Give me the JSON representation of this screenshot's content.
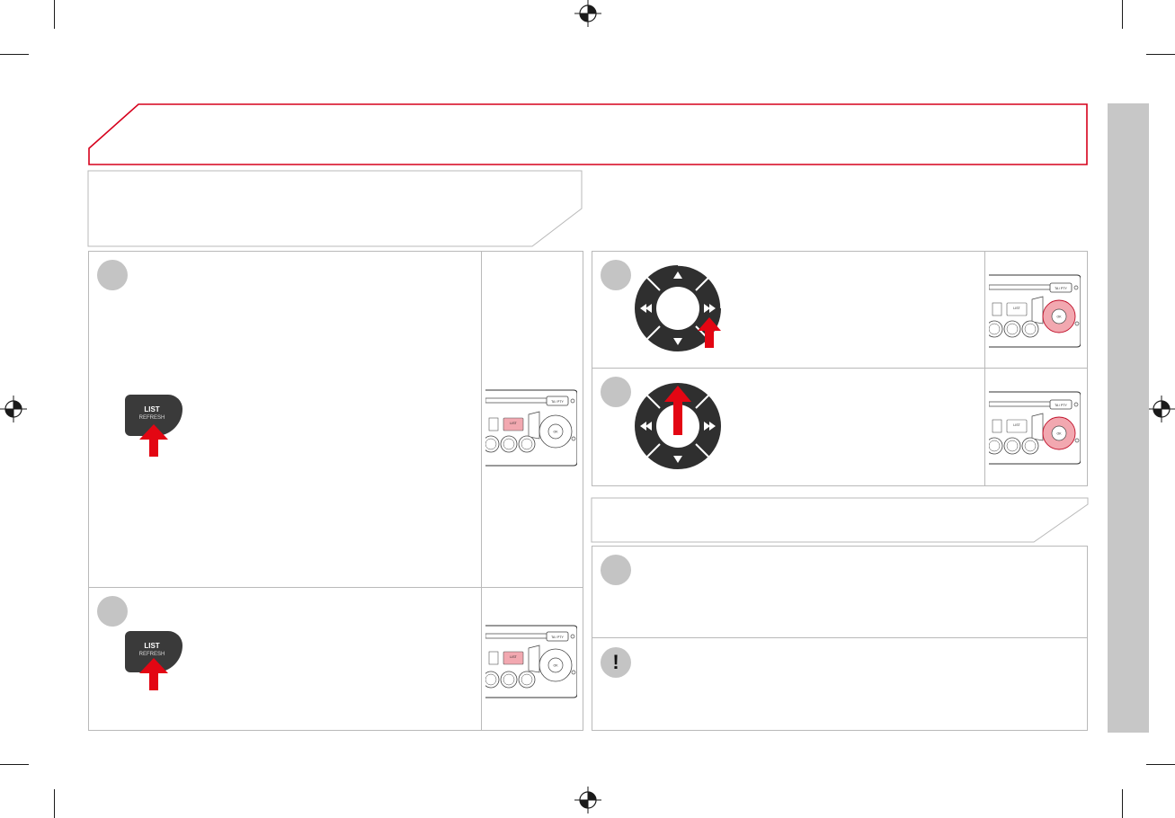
{
  "list_button": {
    "label": "LIST",
    "sublabel": "REFRESH"
  },
  "warning": {
    "symbol": "!"
  },
  "radio_panel": {
    "tuning_label": "TA / PTY",
    "list_label": "LIST",
    "ok_label": "OK"
  },
  "colors": {
    "brand_red": "#d6001c",
    "arrow_red": "#e30613",
    "panel_grey": "#c7c7c7",
    "step_grey": "#c4c4c4",
    "button_dark": "#3a3a3a"
  }
}
